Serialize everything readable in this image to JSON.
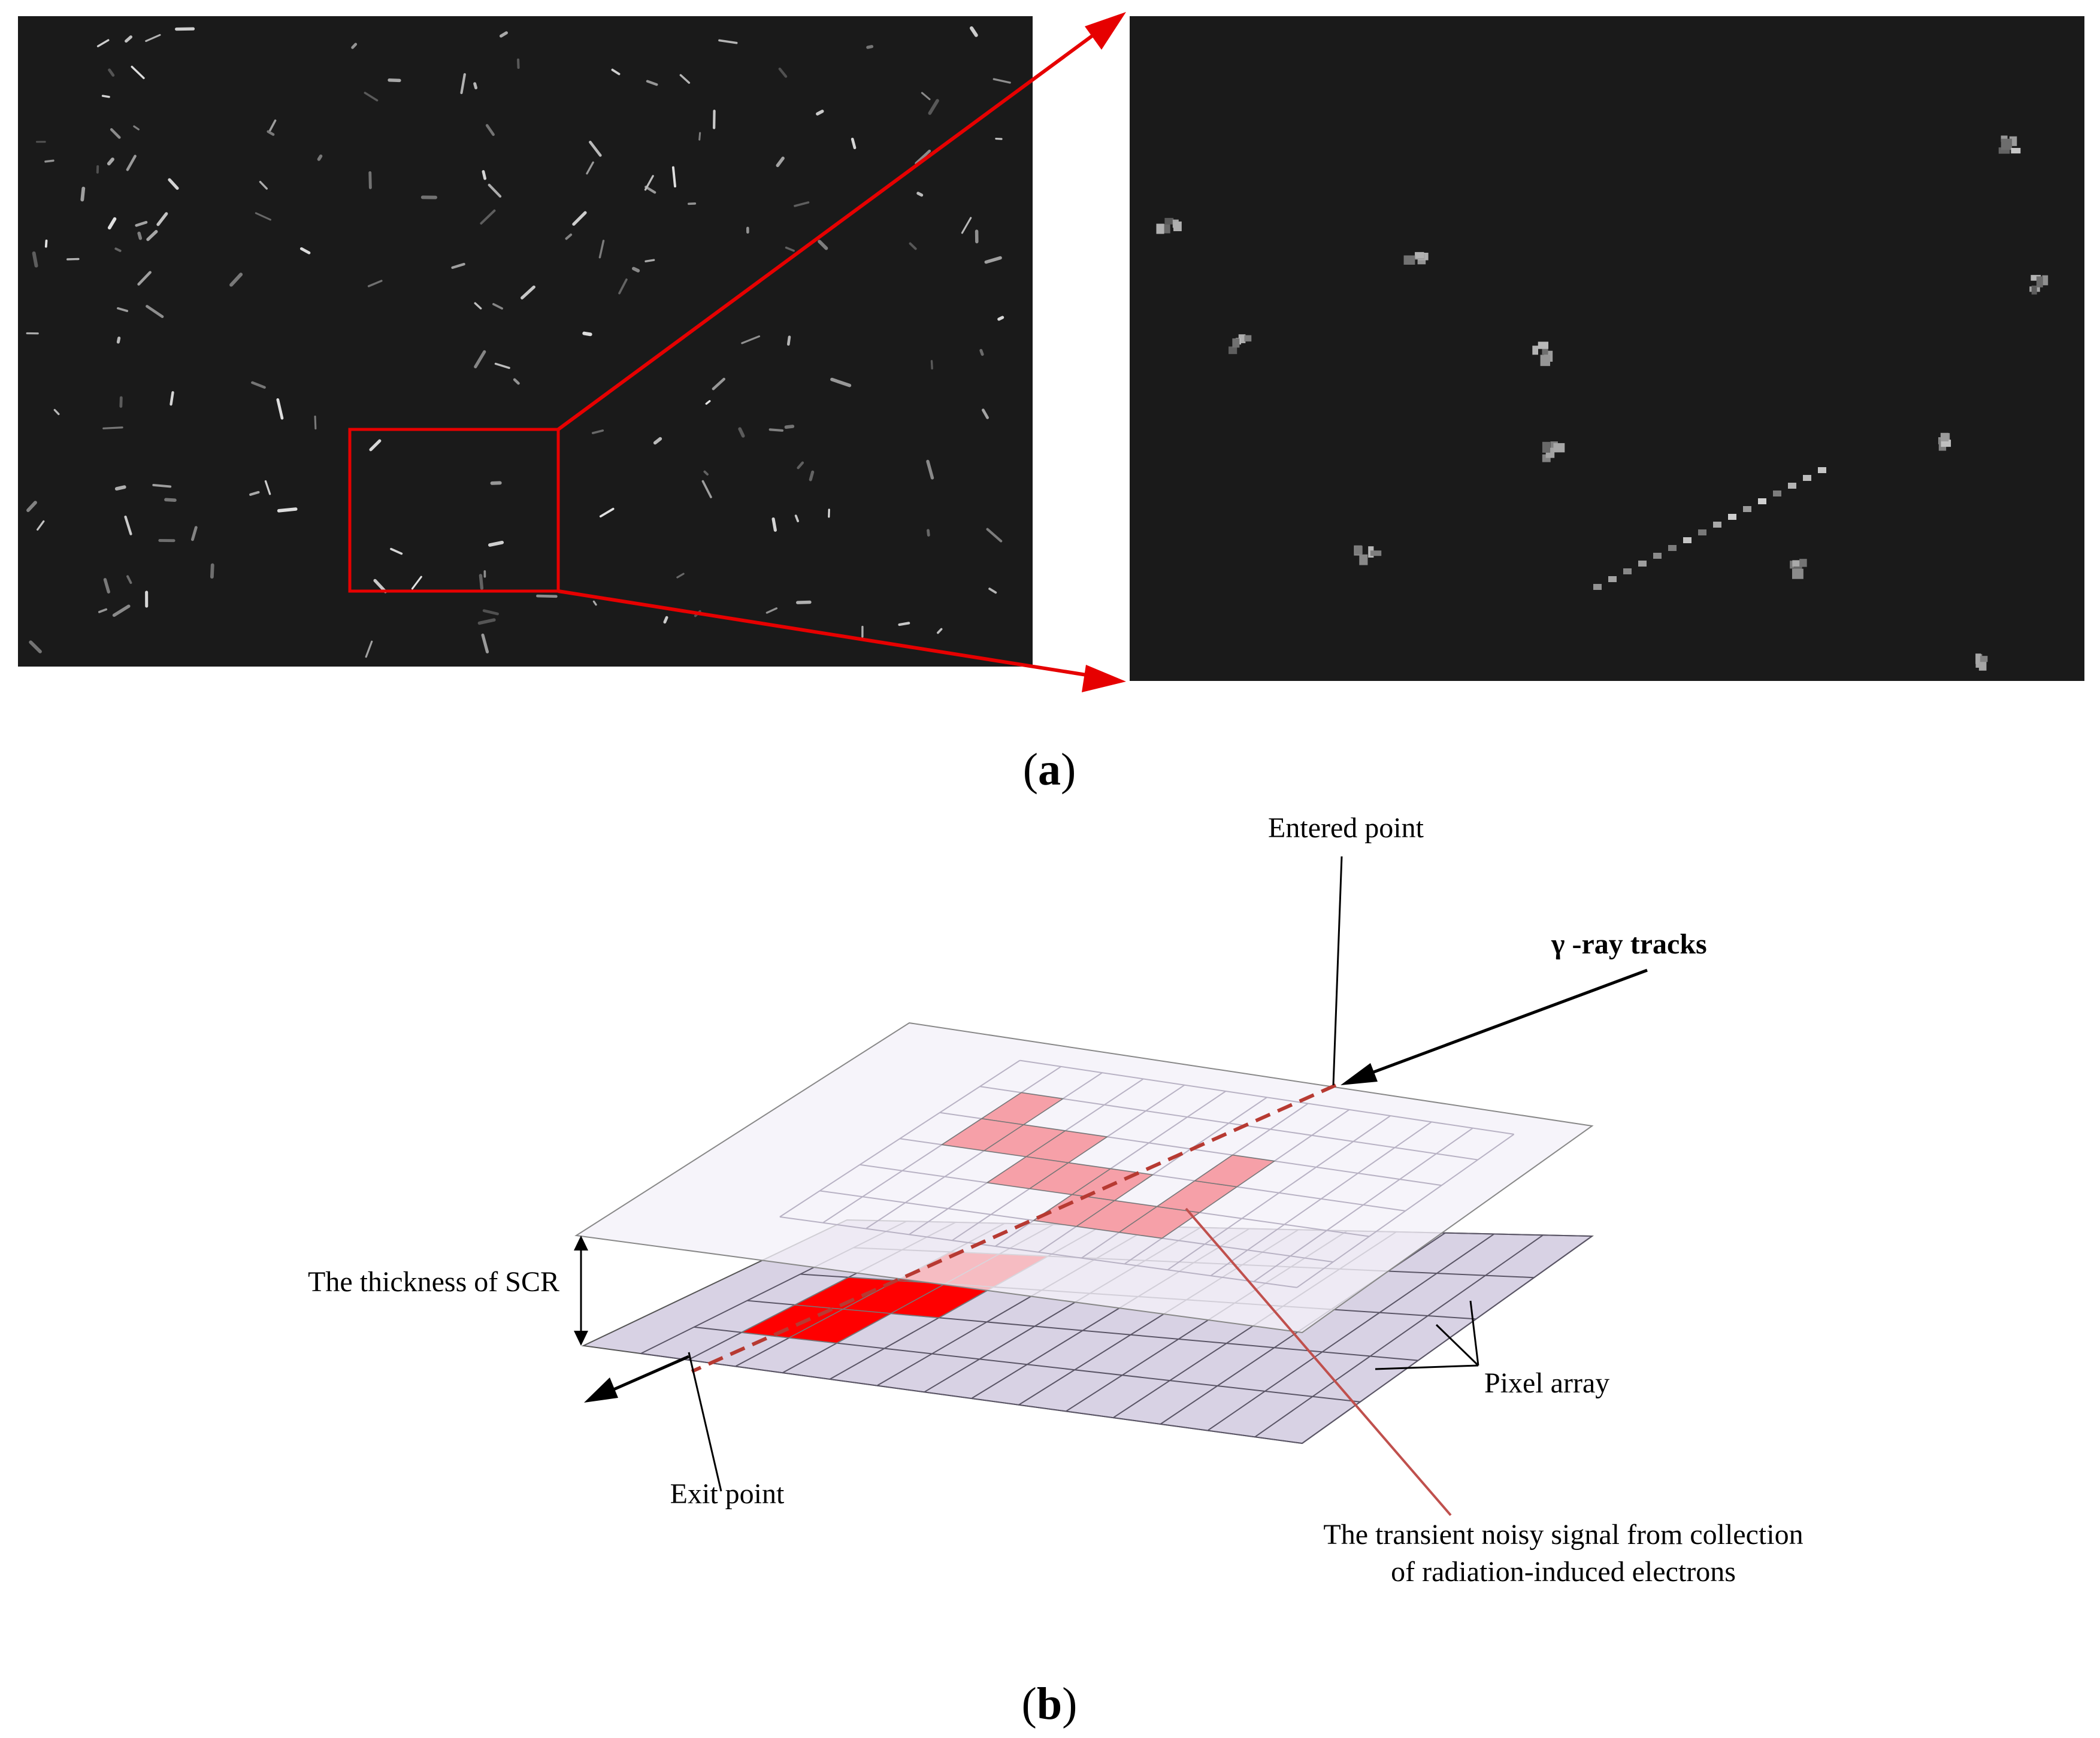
{
  "panel_a": {
    "caption_open": "(",
    "caption_letter": "a",
    "caption_close": ")"
  },
  "panel_b": {
    "caption_open": "(",
    "caption_letter": "b",
    "caption_close": ")",
    "labels": {
      "entered_point": "Entered point",
      "gamma_symbol": "γ",
      "gamma_rest": " -ray tracks",
      "thickness": "The thickness of SCR",
      "pixel_array": "Pixel array",
      "exit_point": "Exit point",
      "noisy_signal_line1": "The transient noisy signal from collection",
      "noisy_signal_line2": "of radiation-induced electrons"
    }
  },
  "colors": {
    "image_background": "#1a1a1a",
    "highlight_red": "#e60000",
    "pixel_array_fill": "#d8d2e4",
    "top_plane_fill": "#f6f3fa",
    "hit_pixel_strong": "#ff0000",
    "hit_pixel_light": "#f6a0a8",
    "track_dash": "#b73a32",
    "annotation_line": "#c0504d"
  },
  "icons": [
    "arrow-icon"
  ]
}
